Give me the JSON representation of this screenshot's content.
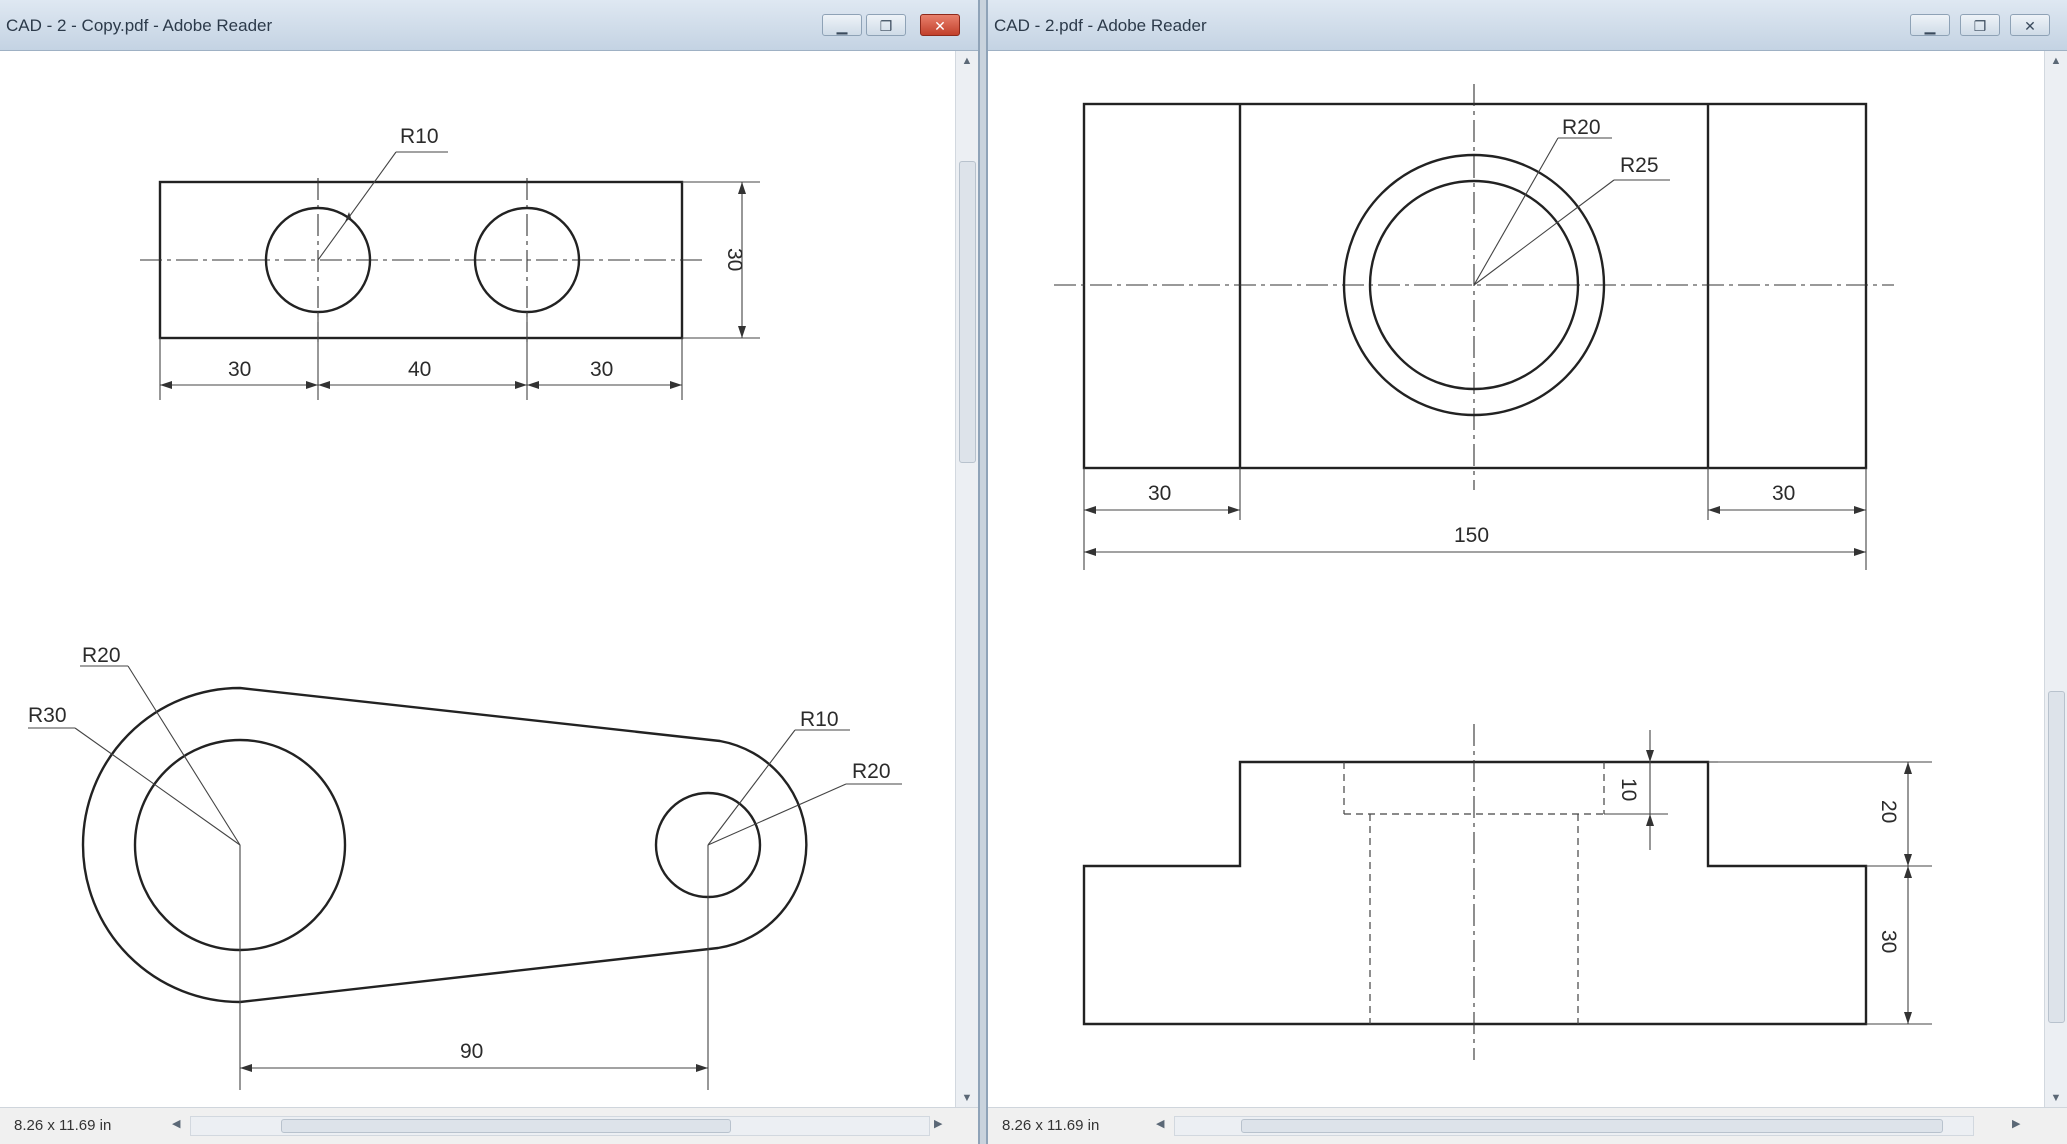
{
  "left_window": {
    "title": "CAD - 2 - Copy.pdf - Adobe Reader",
    "status": "8.26 x 11.69 in",
    "drawing1": {
      "radius_label": "R10",
      "dims": [
        "30",
        "40",
        "30"
      ],
      "height_dim": "30"
    },
    "drawing2": {
      "radius_labels": [
        "R20",
        "R30",
        "R10",
        "R20"
      ],
      "center_distance": "90"
    }
  },
  "right_window": {
    "title": "CAD - 2.pdf - Adobe Reader",
    "status": "8.26 x 11.69 in",
    "top_view": {
      "radius_labels": [
        "R20",
        "R25"
      ],
      "dims": [
        "30",
        "30",
        "150"
      ]
    },
    "front_view": {
      "dims": [
        "10",
        "20",
        "30"
      ]
    }
  },
  "icons": [
    "minimize-icon",
    "maximize-icon",
    "close-icon",
    "scroll-up-icon",
    "scroll-down-icon",
    "scroll-left-icon",
    "scroll-right-icon"
  ]
}
